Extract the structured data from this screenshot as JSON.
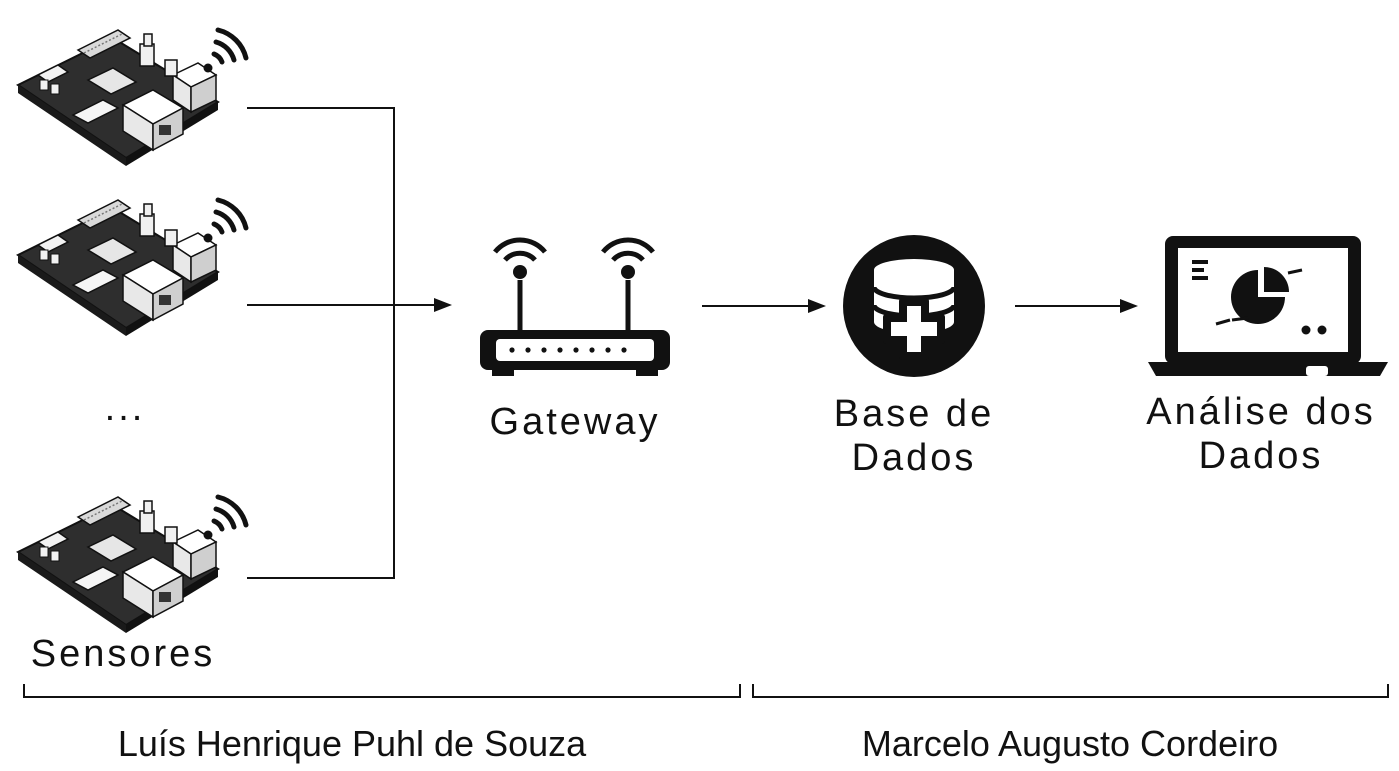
{
  "nodes": {
    "sensors": {
      "label": "Sensores",
      "ellipsis": "..."
    },
    "gateway": {
      "label": "Gateway"
    },
    "database": {
      "label_line1": "Base de",
      "label_line2": "Dados"
    },
    "analysis": {
      "label_line1": "Análise dos",
      "label_line2": "Dados"
    }
  },
  "groups": {
    "left": {
      "author": "Luís Henrique Puhl de Souza"
    },
    "right": {
      "author": "Marcelo Augusto Cordeiro"
    }
  },
  "colors": {
    "ink": "#111111",
    "board": "#2b2b2b",
    "board_light": "#ffffff"
  }
}
